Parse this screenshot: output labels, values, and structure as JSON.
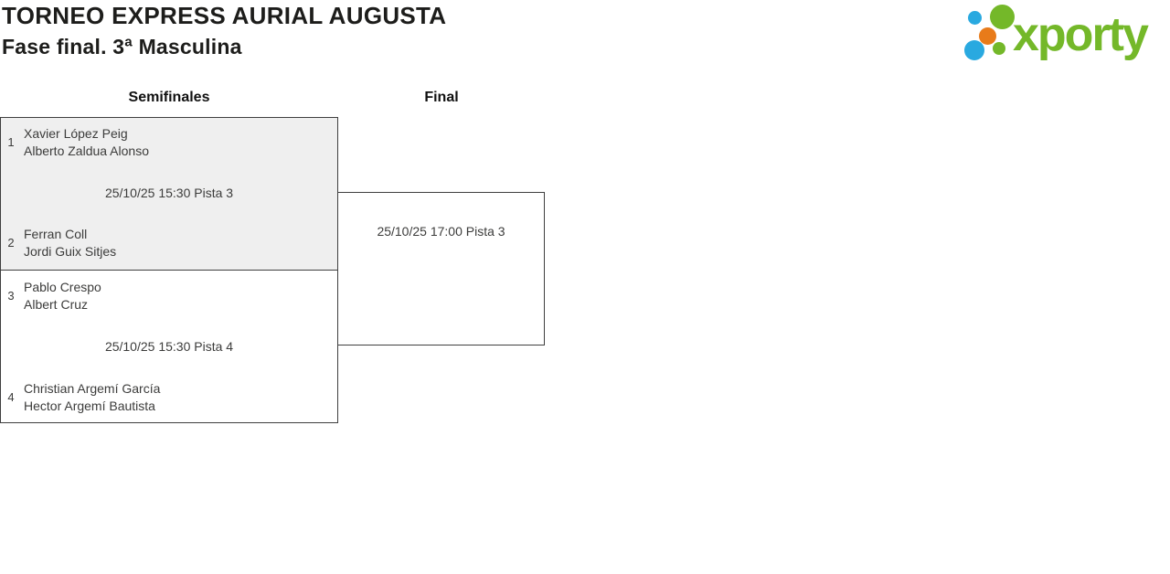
{
  "page": {
    "title": "TORNEO EXPRESS AURIAL AUGUSTA",
    "subtitle": "Fase final. 3ª Masculina"
  },
  "logo": {
    "brand": "xporty",
    "colors": {
      "green": "#74b829",
      "blue": "#29a9e0",
      "orange": "#e87b1a"
    }
  },
  "bracket": {
    "rounds": [
      {
        "label": "Semifinales"
      },
      {
        "label": "Final"
      }
    ],
    "colors": {
      "box_border": "#3f3f3f",
      "box_highlight": "#efefef",
      "text": "#3c3c3b"
    },
    "matches": [
      {
        "round": "Semifinales",
        "info": "25/10/25 15:30 Pista 3",
        "teams": [
          {
            "seed": "1",
            "players": [
              "Xavier López Peig",
              "Alberto Zaldua Alonso"
            ]
          },
          {
            "seed": "2",
            "players": [
              "Ferran Coll",
              "Jordi Guix Sitjes"
            ]
          }
        ]
      },
      {
        "round": "Semifinales",
        "info": "25/10/25 15:30 Pista 4",
        "teams": [
          {
            "seed": "3",
            "players": [
              "Pablo Crespo",
              "Albert Cruz"
            ]
          },
          {
            "seed": "4",
            "players": [
              "Christian Argemí García",
              "Hector Argemí Bautista"
            ]
          }
        ]
      },
      {
        "round": "Final",
        "info": "25/10/25 17:00 Pista 3",
        "teams": []
      }
    ]
  }
}
